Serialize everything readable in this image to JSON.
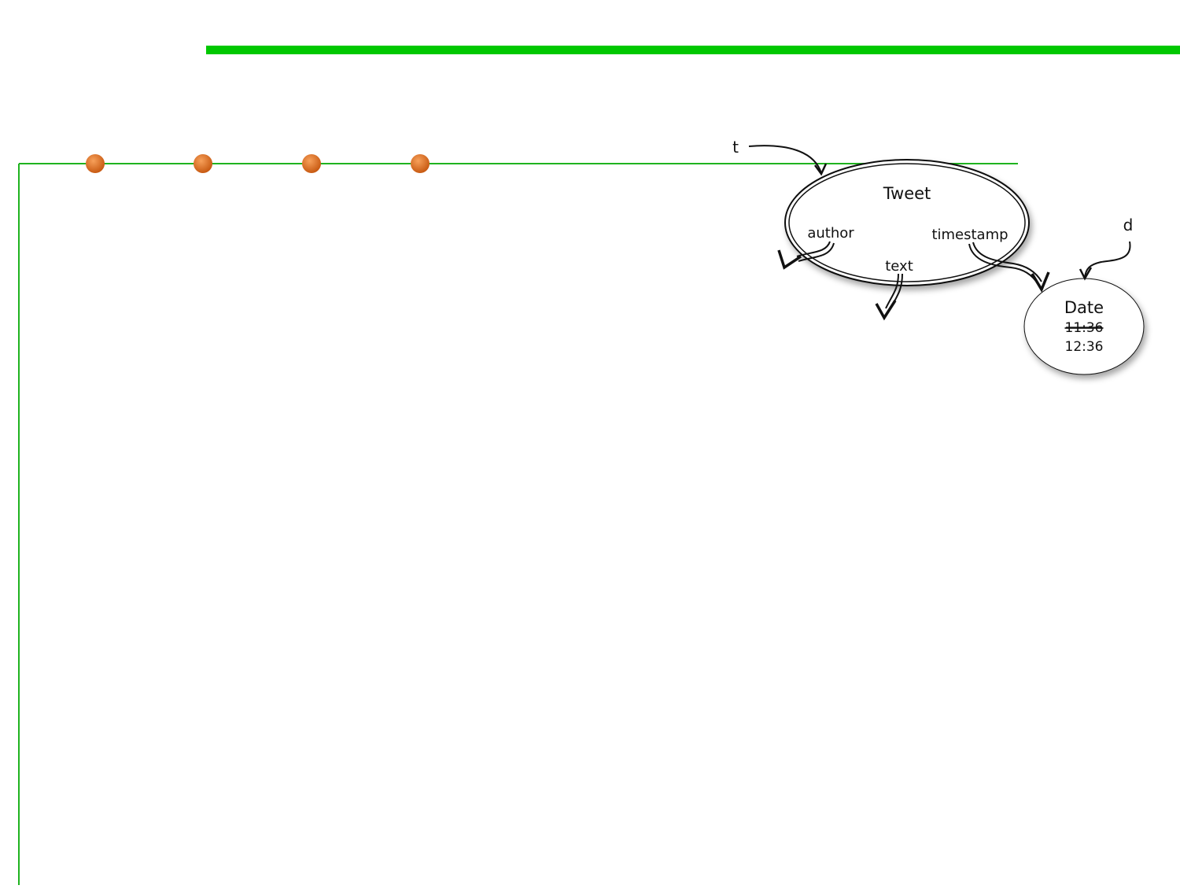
{
  "slide": {
    "accent_color": "#00c800",
    "line_color": "#1fb31f",
    "bullet_color": "#e0701f",
    "bullet_count": 4
  },
  "variables": {
    "t": "t",
    "d": "d"
  },
  "tweet": {
    "title": "Tweet",
    "fields": {
      "author": "author",
      "text": "text",
      "timestamp": "timestamp"
    }
  },
  "date": {
    "title": "Date",
    "old_value": "11:36",
    "new_value": "12:36"
  }
}
